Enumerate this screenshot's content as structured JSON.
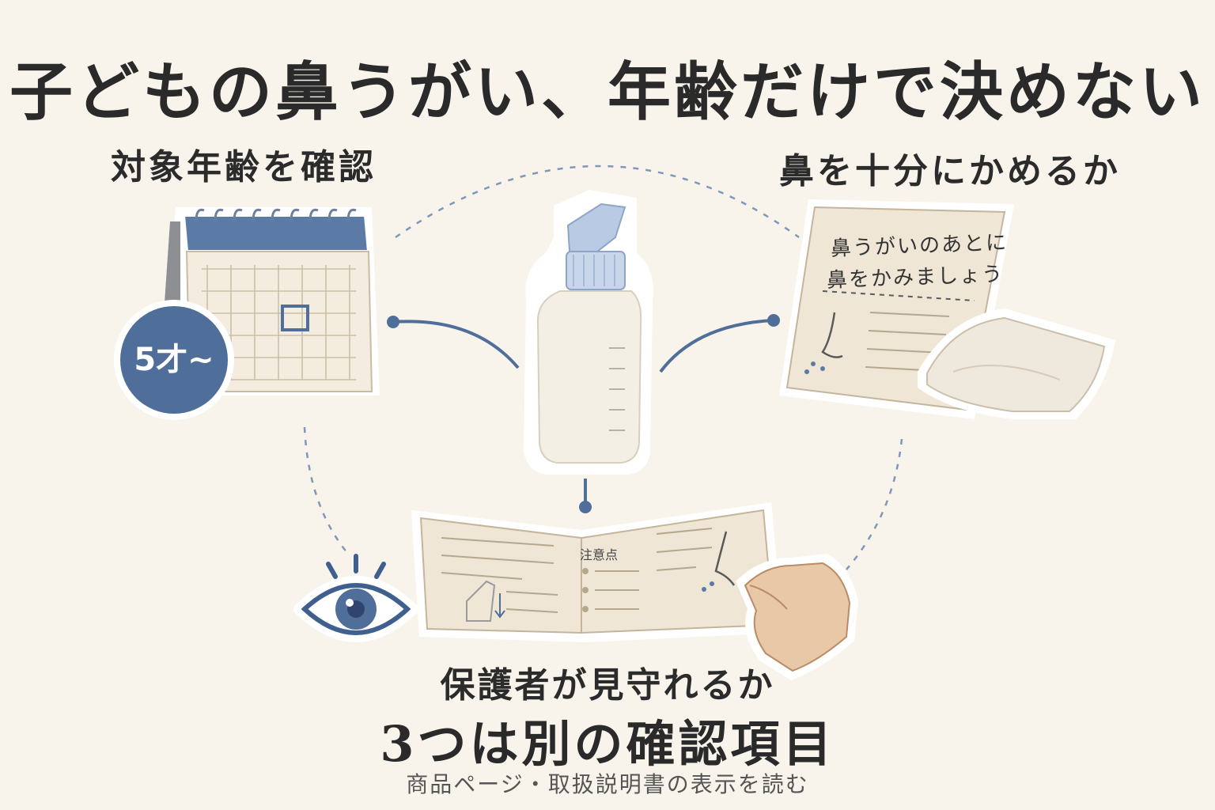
{
  "title": "子どもの鼻うがい、年齢だけで決めない",
  "checks": {
    "age": {
      "label": "対象年齢を確認",
      "badge": "5才~"
    },
    "blow": {
      "label": "鼻を十分にかめるか",
      "leaflet_line1": "鼻うがいのあとに",
      "leaflet_line2": "鼻をかみましょう"
    },
    "guardian": {
      "label": "保護者が見守れるか",
      "booklet_heading": "注意点"
    }
  },
  "summary": "3つは別の確認項目",
  "footnote": "商品ページ・取扱説明書の表示を読む",
  "colors": {
    "background": "#f8f4ec",
    "accent_blue": "#4f6f9a",
    "paper": "#efe6d6",
    "text": "#2b2b2b"
  },
  "icons": [
    "calendar-icon",
    "nasal-rinse-bottle-icon",
    "leaflet-icon",
    "towel-icon",
    "booklet-icon",
    "hand-icon",
    "eye-icon",
    "nose-icon"
  ]
}
